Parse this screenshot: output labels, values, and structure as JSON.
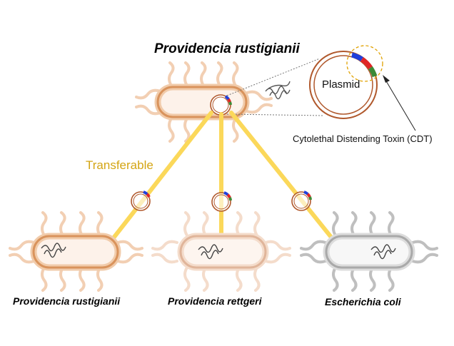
{
  "title": "Providencia rustigianii",
  "transfer_label": "Transferable",
  "plasmid_label": "Plasmid",
  "toxin_label": "Cytolethal Distending Toxin (CDT)",
  "recipients": [
    {
      "name": "Providencia rustigianii",
      "color": "#d9935c"
    },
    {
      "name": "Providencia rettgeri",
      "color": "#e0b59a"
    },
    {
      "name": "Escherichia coli",
      "color": "#a9a9a9"
    }
  ],
  "colors": {
    "donor": "#d9935c",
    "arrow": "#fbd85a",
    "transfer_text": "#d4a514",
    "plasmid_ring": "#b0582c",
    "gene_blue": "#1f3fdc",
    "gene_red": "#e02525",
    "gene_green": "#3d8a36"
  }
}
